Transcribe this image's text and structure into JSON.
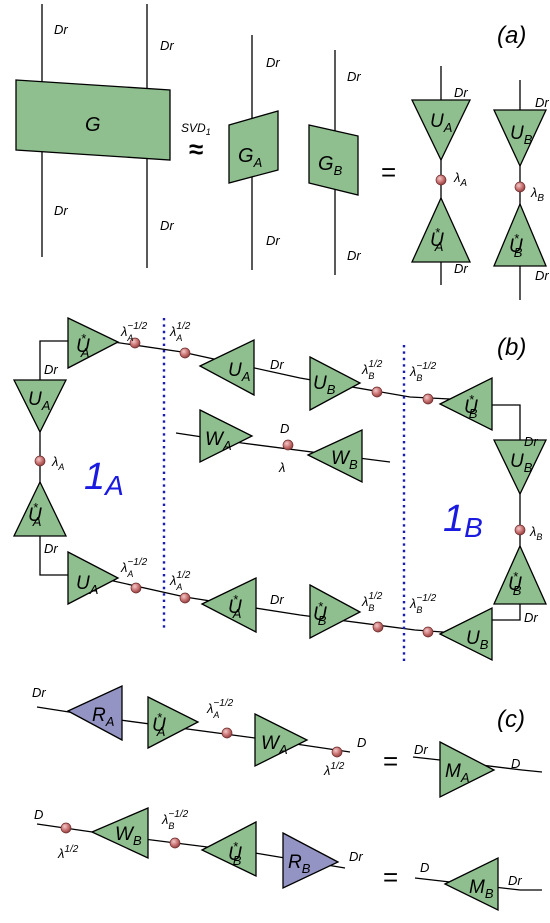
{
  "colors": {
    "tensor_green": "#8fbf8f",
    "tensor_purple": "#9494c4",
    "node_red": "#c87070",
    "cut_blue": "#1a1ab8",
    "region_label_blue": "#1a1ae0"
  },
  "panels": {
    "a": "(a)",
    "b": "(b)",
    "c": "(c)"
  },
  "bond": {
    "Dr": "Dr",
    "D": "D"
  },
  "tensors": {
    "G": "G",
    "GA": "G",
    "GB": "G",
    "UA": "U",
    "UB": "U",
    "WA": "W",
    "WB": "W",
    "RA": "R",
    "RB": "R",
    "MA": "M",
    "MB": "M",
    "sub_A": "A",
    "sub_B": "B",
    "star": "*"
  },
  "operations": {
    "svd": "SVD",
    "svd_sub": "1",
    "approx": "≈",
    "equals": "="
  },
  "lambda": {
    "symbol": "λ",
    "sub_A": "A",
    "sub_B": "B",
    "pow_neg_half": "−1/2",
    "pow_half": "1/2"
  },
  "regions": {
    "A_num": "1",
    "A_sub": "A",
    "B_num": "1",
    "B_sub": "B"
  }
}
